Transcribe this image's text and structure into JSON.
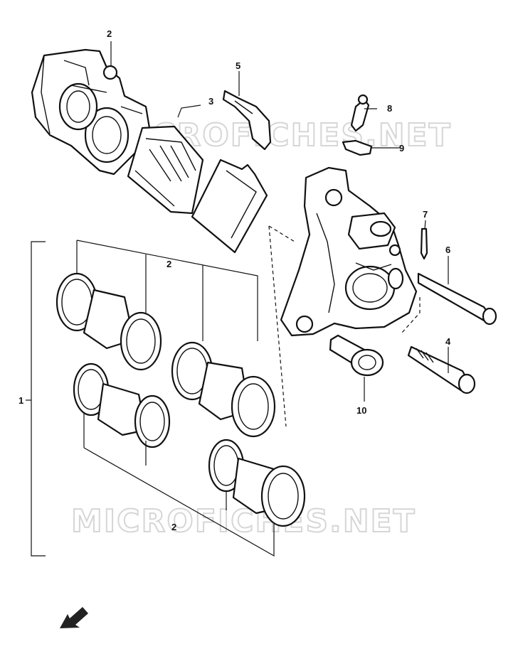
{
  "callouts": {
    "c1": "1",
    "c2a": "2",
    "c2b": "2",
    "c2c": "2",
    "c3": "3",
    "c4": "4",
    "c5": "5",
    "c6": "6",
    "c7": "7",
    "c8": "8",
    "c9": "9",
    "c10": "10"
  },
  "watermarks": {
    "top": "MICROFICHES.NET",
    "bottom": "MICROFICHES.NET"
  },
  "icons": {
    "direction_arrow": "arrow-down-left-icon"
  }
}
